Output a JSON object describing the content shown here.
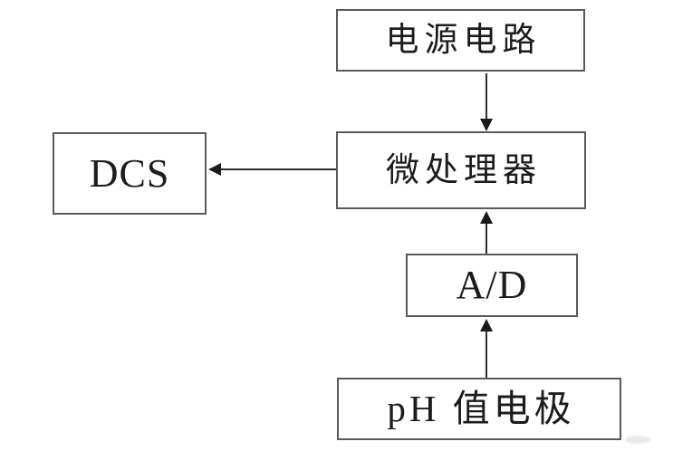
{
  "diagram": {
    "blocks": [
      {
        "id": "power",
        "label": "电源电路"
      },
      {
        "id": "mcu",
        "label": "微处理器"
      },
      {
        "id": "dcs",
        "label": "DCS"
      },
      {
        "id": "adc",
        "label": "A/D"
      },
      {
        "id": "ph",
        "label": "pH 值电极"
      }
    ],
    "connections": [
      {
        "from": "电源电路",
        "to": "微处理器",
        "direction": "down"
      },
      {
        "from": "微处理器",
        "to": "DCS",
        "direction": "left"
      },
      {
        "from": "A/D",
        "to": "微处理器",
        "direction": "up"
      },
      {
        "from": "pH 值电极",
        "to": "A/D",
        "direction": "up"
      }
    ],
    "colors": {
      "background": "#ffffff",
      "box_border": "#5a5a5a",
      "text": "#1c1c1c",
      "line": "#2e2e2e",
      "arrowhead": "#1a1a1a"
    }
  }
}
